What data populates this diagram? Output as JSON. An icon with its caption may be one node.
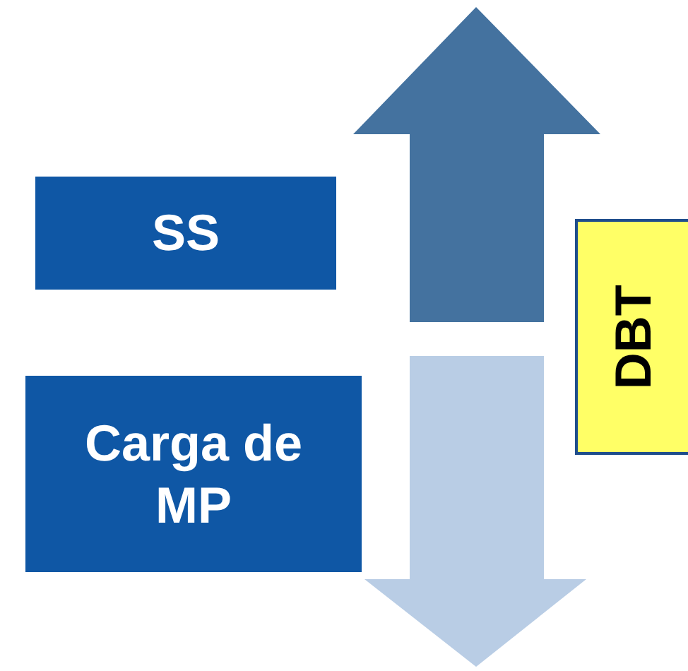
{
  "diagram": {
    "nodes": [
      {
        "text": [
          "SS"
        ]
      },
      {
        "text": [
          "Carga de MP"
        ]
      },
      {
        "text": [
          "DBT"
        ]
      }
    ]
  }
}
